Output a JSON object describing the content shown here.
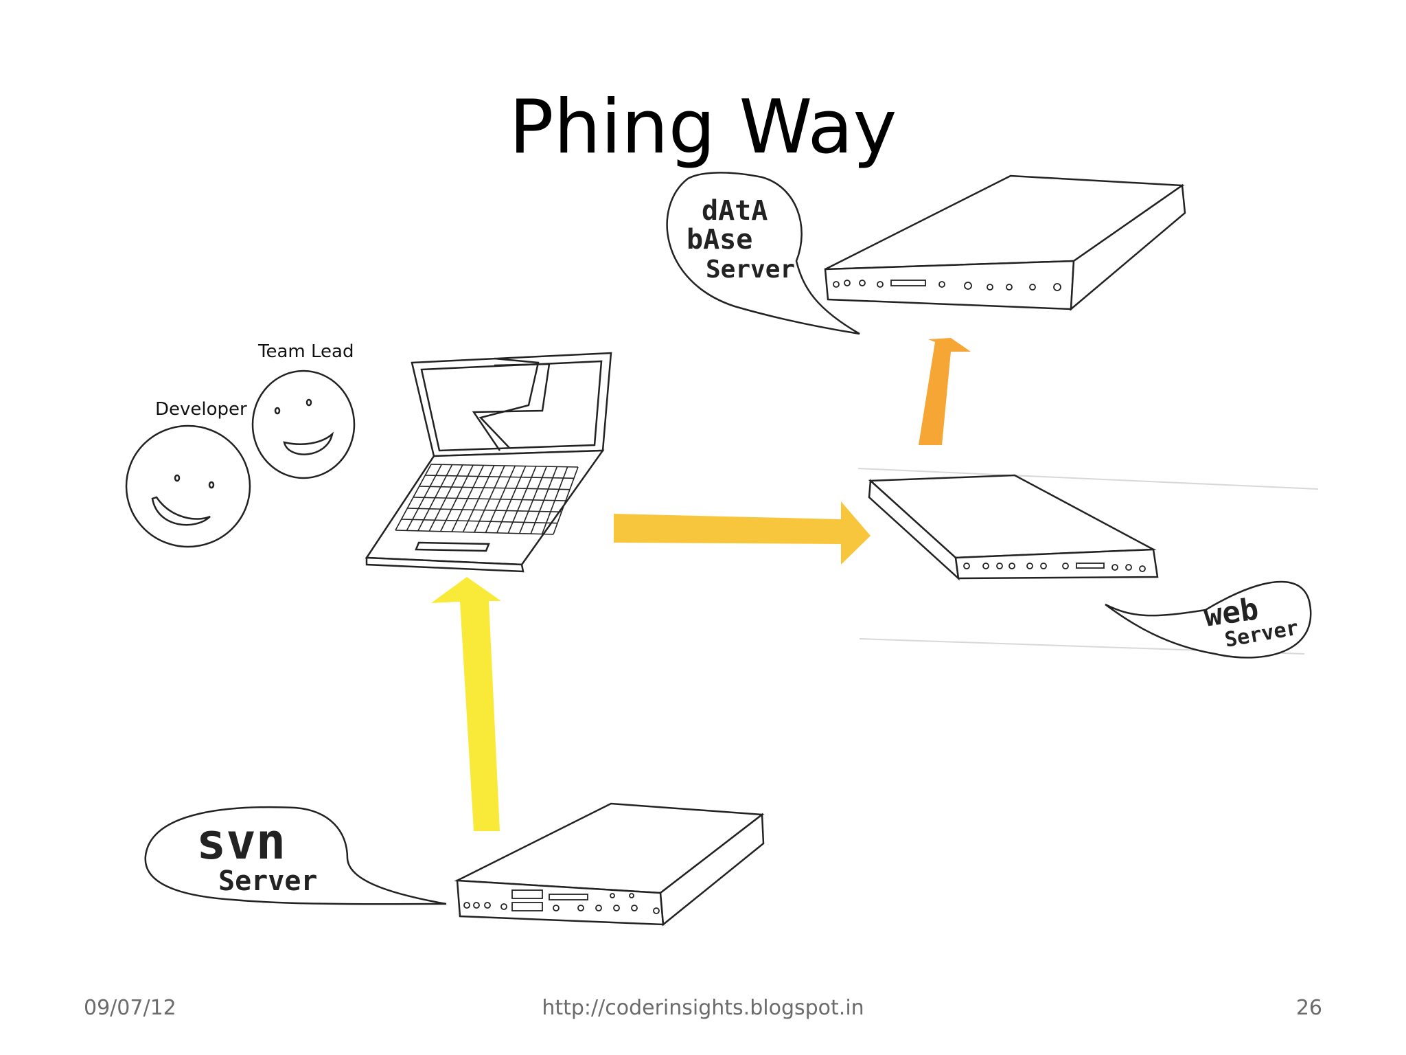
{
  "slide": {
    "title": "Phing Way",
    "footer": {
      "date": "09/07/12",
      "url": "http://coderinsights.blogspot.in",
      "page_number": "26"
    }
  },
  "diagram": {
    "people": [
      {
        "label": "Developer"
      },
      {
        "label": "Team Lead"
      }
    ],
    "servers": {
      "database": {
        "label_line1": "dAtA",
        "label_line2": "bAse",
        "label_line3": "Server"
      },
      "web": {
        "label_line1": "web",
        "label_line2": "Server"
      },
      "svn": {
        "label_line1": "svn",
        "label_line2": "Server"
      }
    },
    "arrow_colors": {
      "svn_to_laptop": "#f9ea3a",
      "laptop_to_web": "#f8c63c",
      "web_to_database": "#f5a634"
    }
  }
}
